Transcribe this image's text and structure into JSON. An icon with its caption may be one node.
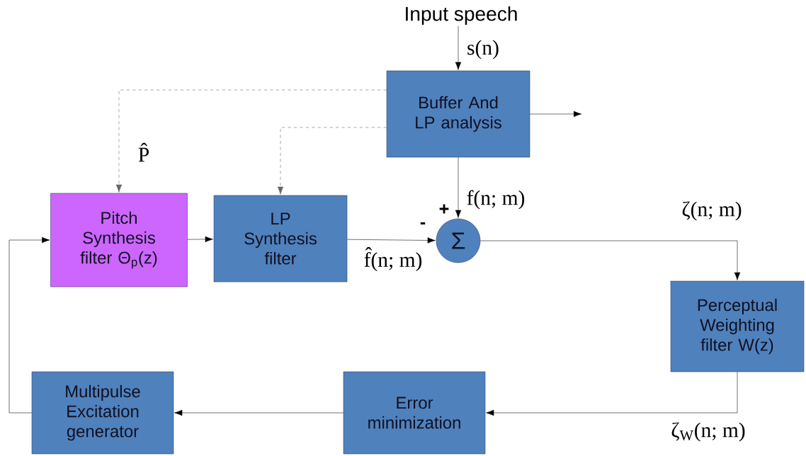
{
  "diagram": {
    "nodes": [
      {
        "text": [
          "Input speech"
        ]
      },
      {
        "text": [
          "Buffer And LP analysis"
        ]
      },
      {
        "text": [
          "Pitch Synthesis filter Θ$_{p}$(z)"
        ]
      },
      {
        "text": [
          "LP Synthesis filter"
        ]
      },
      {
        "text": [
          "Σ"
        ]
      },
      {
        "text": [
          "Perceptual Weighting filter W(z)"
        ]
      },
      {
        "text": [
          "Error minimization"
        ]
      },
      {
        "text": [
          "Multipulse Excitation generator"
        ]
      }
    ],
    "edges": [
      {
        "from": 0,
        "to": 1,
        "arrow": "to",
        "label": "s(n)"
      },
      {
        "from": 1,
        "to": 2,
        "arrow": "to",
        "style": "dashed",
        "color": "#666666",
        "label": "P̂"
      },
      {
        "from": 1,
        "to": 3,
        "arrow": "to",
        "style": "dashed",
        "color": "#666666"
      },
      {
        "from": 1,
        "to": null,
        "arrow": "to"
      },
      {
        "from": 1,
        "to": 4,
        "arrow": "to",
        "label": "f(n; m)"
      },
      {
        "from": 3,
        "to": 4,
        "arrow": "to",
        "label": "f̂(n; m)"
      },
      {
        "from": 4,
        "to": 5,
        "arrow": "to",
        "label": "ζ(n; m)"
      },
      {
        "from": 5,
        "to": 6,
        "arrow": "to",
        "label": "ζ$_{W}$(n; m)"
      },
      {
        "from": 6,
        "to": 7,
        "arrow": "to"
      },
      {
        "from": 7,
        "to": 2,
        "arrow": "to"
      },
      {
        "from": 2,
        "to": 3,
        "arrow": "to"
      }
    ],
    "labels": [
      "+",
      "-"
    ]
  }
}
